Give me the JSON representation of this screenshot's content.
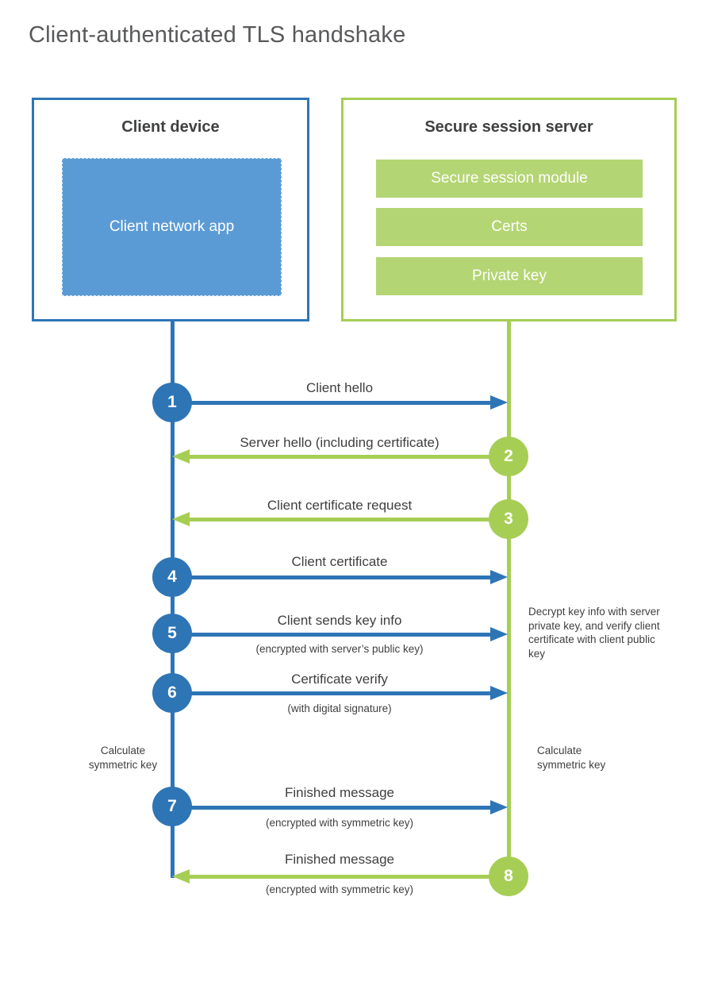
{
  "page": {
    "title": "Client-authenticated TLS handshake"
  },
  "colors": {
    "blue_line": "#2e75b6",
    "blue_fill": "#5b9bd5",
    "green_line": "#a6ce55",
    "green_fill": "#b4d573",
    "heading_text": "#3f4041",
    "label_text": "#3f3f3f",
    "title_text": "#58595b"
  },
  "client_box": {
    "title": "Client device",
    "app_label": "Client network app"
  },
  "server_box": {
    "title": "Secure session server",
    "modules": [
      "Secure session module",
      "Certs",
      "Private key"
    ]
  },
  "messages": [
    {
      "num": "1",
      "from": "client",
      "label": "Client hello"
    },
    {
      "num": "2",
      "from": "server",
      "label": "Server hello (including certificate)"
    },
    {
      "num": "3",
      "from": "server",
      "label": "Client certificate request"
    },
    {
      "num": "4",
      "from": "client",
      "label": "Client certificate"
    },
    {
      "num": "5",
      "from": "client",
      "label": "Client sends key info",
      "sub": "(encrypted with server’s public key)"
    },
    {
      "num": "6",
      "from": "client",
      "label": "Certificate verify",
      "sub": "(with digital signature)"
    },
    {
      "num": "7",
      "from": "client",
      "label": "Finished message",
      "sub": "(encrypted with symmetric key)"
    },
    {
      "num": "8",
      "from": "server",
      "label": "Finished message",
      "sub": "(encrypted with symmetric key)"
    }
  ],
  "notes": {
    "client_calculate": "Calculate symmetric key",
    "server_calculate": "Calculate symmetric key",
    "server_decrypt": "Decrypt key info with server private key, and verify client certificate with client public key"
  }
}
